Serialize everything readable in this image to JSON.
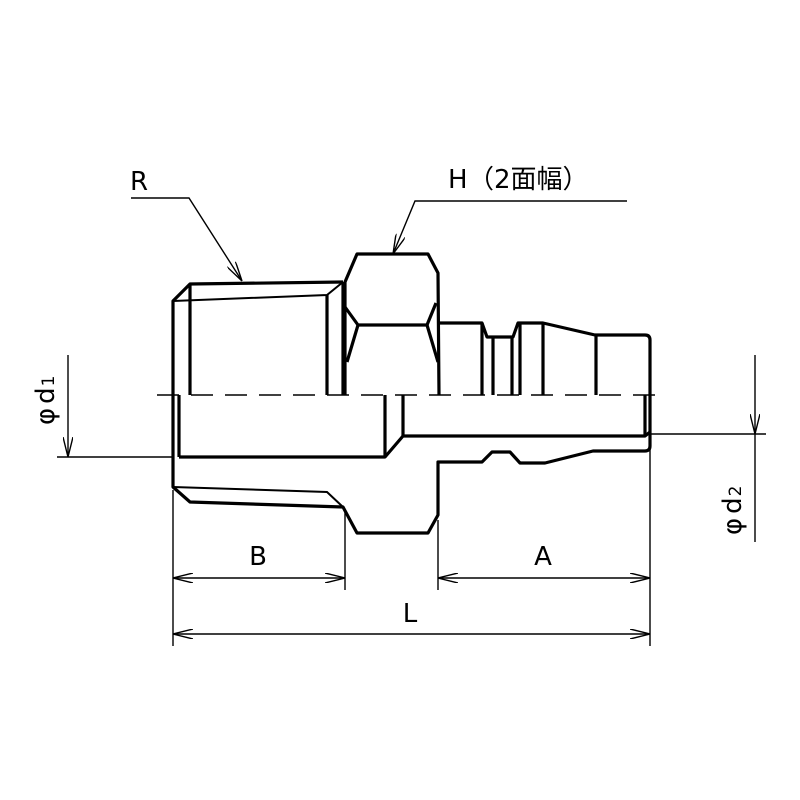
{
  "labels": {
    "thread": "R",
    "hex": "H",
    "hex_note": "（2面幅）",
    "length_b": "B",
    "length_a": "A",
    "length_total": "L",
    "d1_symbol": "φ",
    "d1_letter": "d",
    "d1_sub": "1",
    "d2_symbol": "φ",
    "d2_letter": "d",
    "d2_sub": "2"
  },
  "colors": {
    "line": "#000000",
    "background": "#ffffff"
  }
}
